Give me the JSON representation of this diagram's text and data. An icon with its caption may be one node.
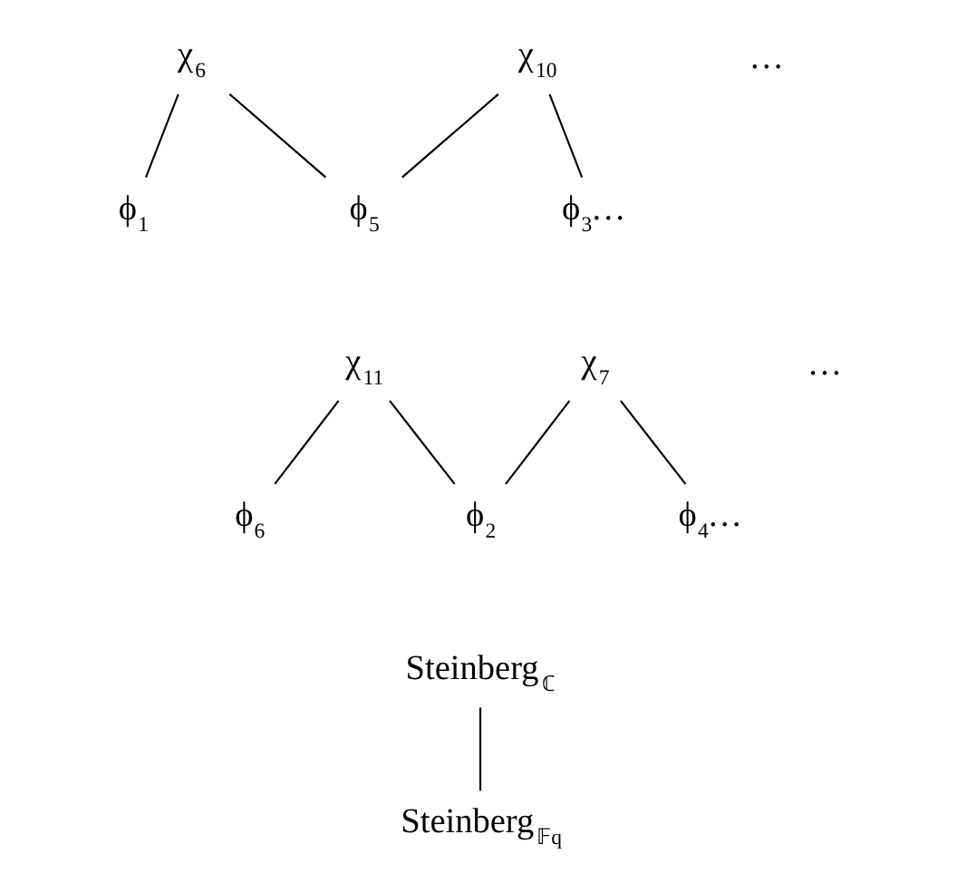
{
  "diagram": {
    "nodes": [
      {
        "text": [
          "χ$_{6}$"
        ]
      },
      {
        "text": [
          "χ$_{10}$"
        ]
      },
      {
        "text": [
          "ϕ$_{1}$"
        ]
      },
      {
        "text": [
          "ϕ$_{5}$"
        ]
      },
      {
        "text": [
          "ϕ$_{3}$…"
        ]
      },
      {
        "text": [
          "χ$_{11}$"
        ]
      },
      {
        "text": [
          "χ$_{7}$"
        ]
      },
      {
        "text": [
          "ϕ$_{6}$"
        ]
      },
      {
        "text": [
          "ϕ$_{2}$"
        ]
      },
      {
        "text": [
          "ϕ$_{4}$…"
        ]
      },
      {
        "text": [
          "Steinberg$_{ℂ}$"
        ]
      },
      {
        "text": [
          "Steinberg$_{𝔽q}$"
        ]
      }
    ],
    "edges": [
      {
        "from": 0,
        "to": 2,
        "arrow": "none"
      },
      {
        "from": 0,
        "to": 3,
        "arrow": "none"
      },
      {
        "from": 1,
        "to": 3,
        "arrow": "none"
      },
      {
        "from": 1,
        "to": 4,
        "arrow": "none"
      },
      {
        "from": 5,
        "to": 7,
        "arrow": "none"
      },
      {
        "from": 5,
        "to": 8,
        "arrow": "none"
      },
      {
        "from": 6,
        "to": 8,
        "arrow": "none"
      },
      {
        "from": 6,
        "to": 9,
        "arrow": "none"
      },
      {
        "from": 10,
        "to": 11,
        "arrow": "none"
      }
    ],
    "labels": [
      "…",
      "…"
    ]
  }
}
